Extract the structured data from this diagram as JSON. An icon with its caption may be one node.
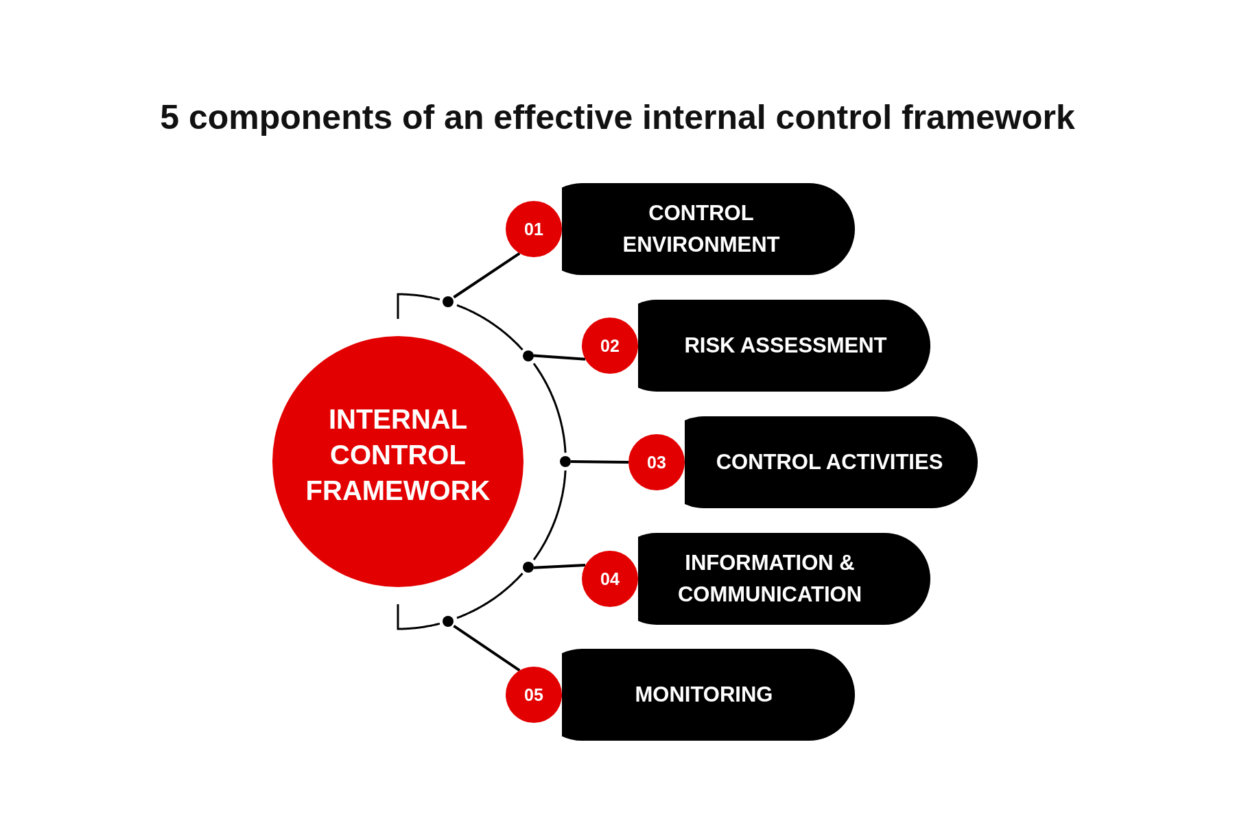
{
  "diagram": {
    "title": "5 components of an effective internal control framework",
    "nodes": [
      {
        "text": [
          "INTERNAL CONTROL FRAMEWORK"
        ]
      },
      {
        "text": [
          "01"
        ]
      },
      {
        "text": [
          "CONTROL ENVIRONMENT"
        ]
      },
      {
        "text": [
          "02"
        ]
      },
      {
        "text": [
          "RISK ASSESSMENT"
        ]
      },
      {
        "text": [
          "03"
        ]
      },
      {
        "text": [
          "CONTROL ACTIVITIES"
        ]
      },
      {
        "text": [
          "04"
        ]
      },
      {
        "text": [
          "INFORMATION & COMMUNICATION"
        ]
      },
      {
        "text": [
          "05"
        ]
      },
      {
        "text": [
          "MONITORING"
        ]
      }
    ],
    "edges": [
      {
        "from": 0,
        "to": 1,
        "arrow": "none"
      },
      {
        "from": 0,
        "to": 3,
        "arrow": "none"
      },
      {
        "from": 0,
        "to": 5,
        "arrow": "none"
      },
      {
        "from": 0,
        "to": 7,
        "arrow": "none"
      },
      {
        "from": 0,
        "to": 9,
        "arrow": "none"
      }
    ]
  }
}
